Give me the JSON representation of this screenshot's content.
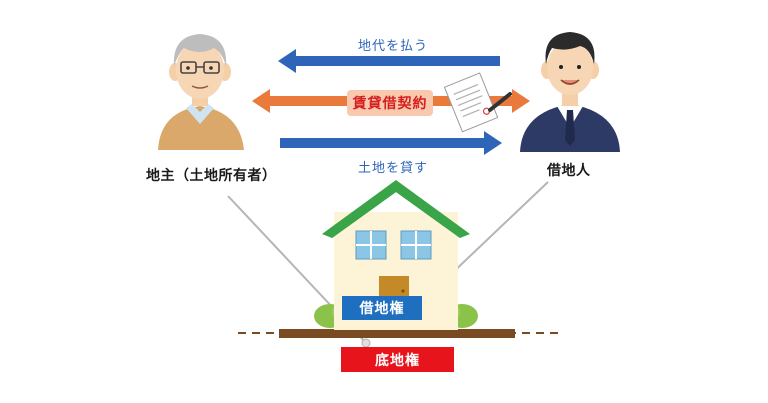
{
  "people": {
    "landowner_label": "地主（土地所有者）",
    "borrower_label": "借地人"
  },
  "arrows": {
    "rent_label": "地代を払う",
    "contract_label": "賃貸借契約",
    "lend_label": "土地を貸す"
  },
  "rights": {
    "leasehold_label": "借地権",
    "underlying_label": "底地権"
  },
  "colors": {
    "arrow_blue": "#2e65b8",
    "arrow_orange": "#ea7a3c",
    "roof_green": "#3aa448",
    "leasehold_blue": "#1f6fc1",
    "underlying_red": "#e8141b"
  }
}
